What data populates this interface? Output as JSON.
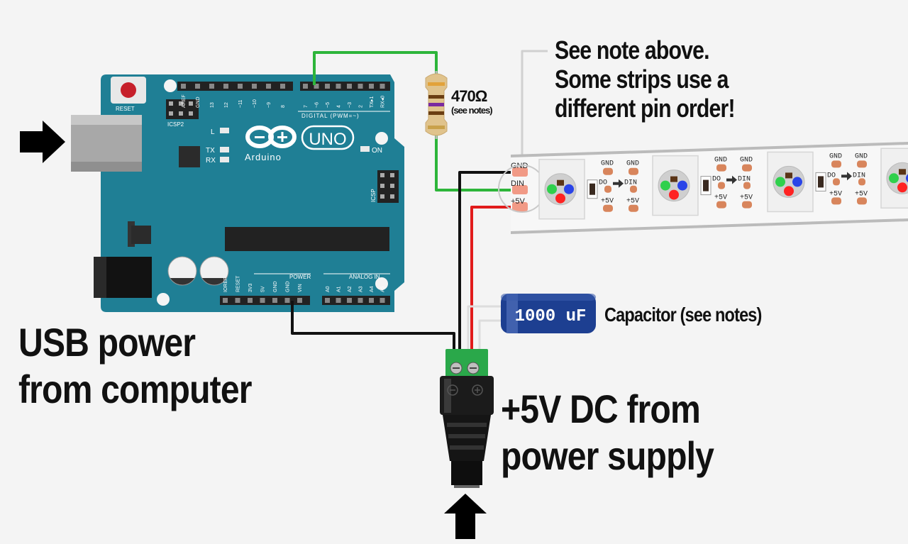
{
  "labels": {
    "usb_line1": "USB power",
    "usb_line2": "from computer",
    "dc_line1": "+5V DC from",
    "dc_line2": "power supply",
    "note_line1": "See note above.",
    "note_line2": "Some strips use a",
    "note_line3": "different pin order!",
    "capacitor_label": "Capacitor (see notes)",
    "resistor_value": "470Ω",
    "resistor_note": "(see notes)"
  },
  "board": {
    "brand": "Arduino",
    "model": "UNO",
    "reset": "RESET",
    "icsp2": "ICSP2",
    "icsp": "ICSP",
    "led_l": "L",
    "led_tx": "TX",
    "led_rx": "RX",
    "on": "ON",
    "digital_header": "DIGITAL (PWM=~)",
    "power_header": "POWER",
    "analog_header": "ANALOG IN",
    "digital_pins": [
      "AREF",
      "GND",
      "13",
      "12",
      "~11",
      "~10",
      "~9",
      "8",
      "7",
      "~6",
      "~5",
      "4",
      "~3",
      "2",
      "TX▸1",
      "RX◂0"
    ],
    "power_pins": [
      "IOREF",
      "RESET",
      "3V3",
      "5V",
      "GND",
      "GND",
      "VIN"
    ],
    "analog_pins": [
      "A0",
      "A1",
      "A2",
      "A3",
      "A4",
      "A5"
    ]
  },
  "strip": {
    "input_pads": [
      "GND",
      "DIN",
      "+5V"
    ],
    "segment_pads": {
      "gnd_left": "GND",
      "gnd_right": "GND",
      "do": "DO",
      "din": "DIN",
      "v_left": "+5V",
      "v_right": "+5V"
    }
  },
  "capacitor": {
    "value": "1000 uF"
  },
  "colors": {
    "board": "#1f7f95",
    "wire_green": "#2db53a",
    "wire_red": "#e11b1b",
    "wire_black": "#111111",
    "terminal_green": "#2aa84a",
    "capacitor_blue": "#1d3f91"
  }
}
